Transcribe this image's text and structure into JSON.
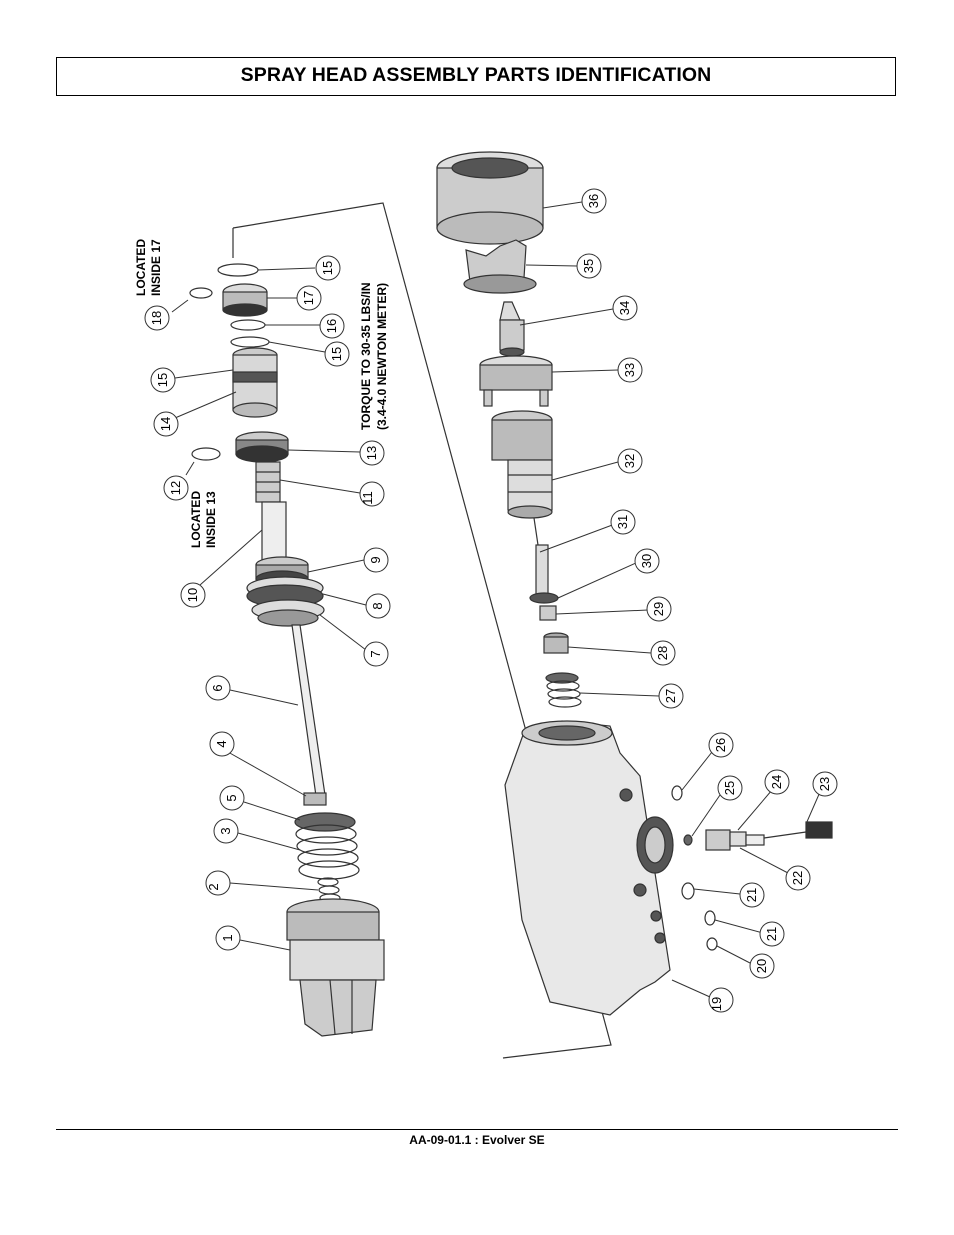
{
  "header": {
    "title": "SPRAY HEAD ASSEMBLY PARTS IDENTIFICATION"
  },
  "notes": {
    "located_17_line1": "LOCATED",
    "located_17_line2": "INSIDE 17",
    "located_13_line1": "LOCATED",
    "located_13_line2": "INSIDE 13",
    "torque_line1": "TORQUE TO 30-35 LBS/IN",
    "torque_line2": "(3.4-4.0 NEWTON METER)"
  },
  "callouts": [
    "1",
    "2",
    "3",
    "4",
    "5",
    "6",
    "7",
    "8",
    "9",
    "10",
    "11",
    "12",
    "13",
    "14",
    "15",
    "15",
    "15",
    "16",
    "17",
    "18",
    "19",
    "20",
    "21",
    "21",
    "22",
    "23",
    "24",
    "25",
    "26",
    "27",
    "28",
    "29",
    "30",
    "31",
    "32",
    "33",
    "34",
    "35",
    "36"
  ],
  "footer": {
    "doc_id": "AA-09-01.1 : Evolver SE"
  }
}
